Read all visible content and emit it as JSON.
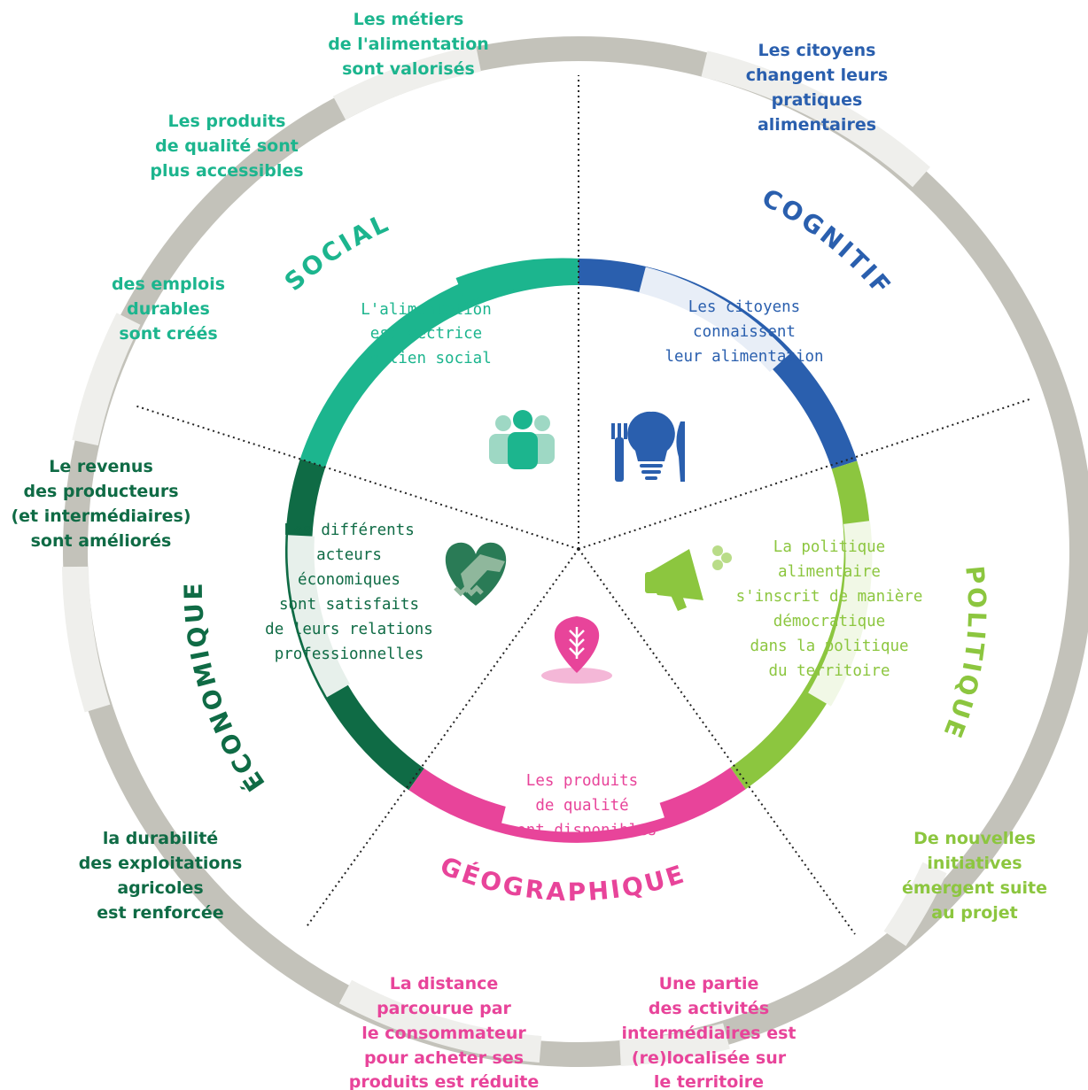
{
  "colors": {
    "social": "#1cb58e",
    "cognitif": "#2a5fae",
    "politique": "#8cc63f",
    "geographique": "#e8449a",
    "economique": "#0f6b45",
    "outer_ring": "#c3c2ba",
    "outer_ring_light": "#efefec"
  },
  "dimensions": {
    "social": "SOCIAL",
    "cognitif": "COGNITIF",
    "politique": "POLITIQUE",
    "geographique": "GÉOGRAPHIQUE",
    "economique": "ÉCONOMIQUE"
  },
  "inner": {
    "social": [
      "L'alimentation",
      "est vectrice",
      "de lien social"
    ],
    "cognitif": [
      "Les citoyens",
      "connaissent",
      "leur alimentation"
    ],
    "politique": [
      "La politique",
      "alimentaire",
      "s'inscrit de manière",
      "démocratique",
      "dans la politique",
      "du territoire"
    ],
    "geographique": [
      "Les produits",
      "de qualité",
      "sont disponibles"
    ],
    "economique": [
      "Les différents",
      "acteurs",
      "économiques",
      "sont satisfaits",
      "de leurs relations",
      "professionnelles"
    ]
  },
  "outer": {
    "metiers": [
      "Les métiers",
      "de l'alimentation",
      "sont valorisés"
    ],
    "produits_accessibles": [
      "Les produits",
      "de qualité sont",
      "plus accessibles"
    ],
    "emplois": [
      "des emplois",
      "durables",
      "sont créés"
    ],
    "citoyens_pratiques": [
      "Les citoyens",
      "changent leurs",
      "pratiques",
      "alimentaires"
    ],
    "revenus": [
      "Le revenus",
      "des producteurs",
      "(et intermédiaires)",
      "sont améliorés"
    ],
    "durabilite": [
      "la durabilité",
      "des exploitations",
      "agricoles",
      "est renforcée"
    ],
    "distance": [
      "La distance",
      "parcourue par",
      "le consommateur",
      "pour acheter ses",
      "produits est réduite"
    ],
    "activites": [
      "Une partie",
      "des activités",
      "intermédiaires est",
      "(re)localisée sur",
      "le territoire"
    ],
    "initiatives": [
      "De nouvelles",
      "initiatives",
      "émergent suite",
      "au projet"
    ]
  },
  "icons": {
    "social": "people-group-icon",
    "cognitif": "fork-lightbulb-knife-icon",
    "politique": "megaphone-clover-icon",
    "geographique": "wheat-map-pin-icon",
    "economique": "handshake-heart-icon"
  }
}
